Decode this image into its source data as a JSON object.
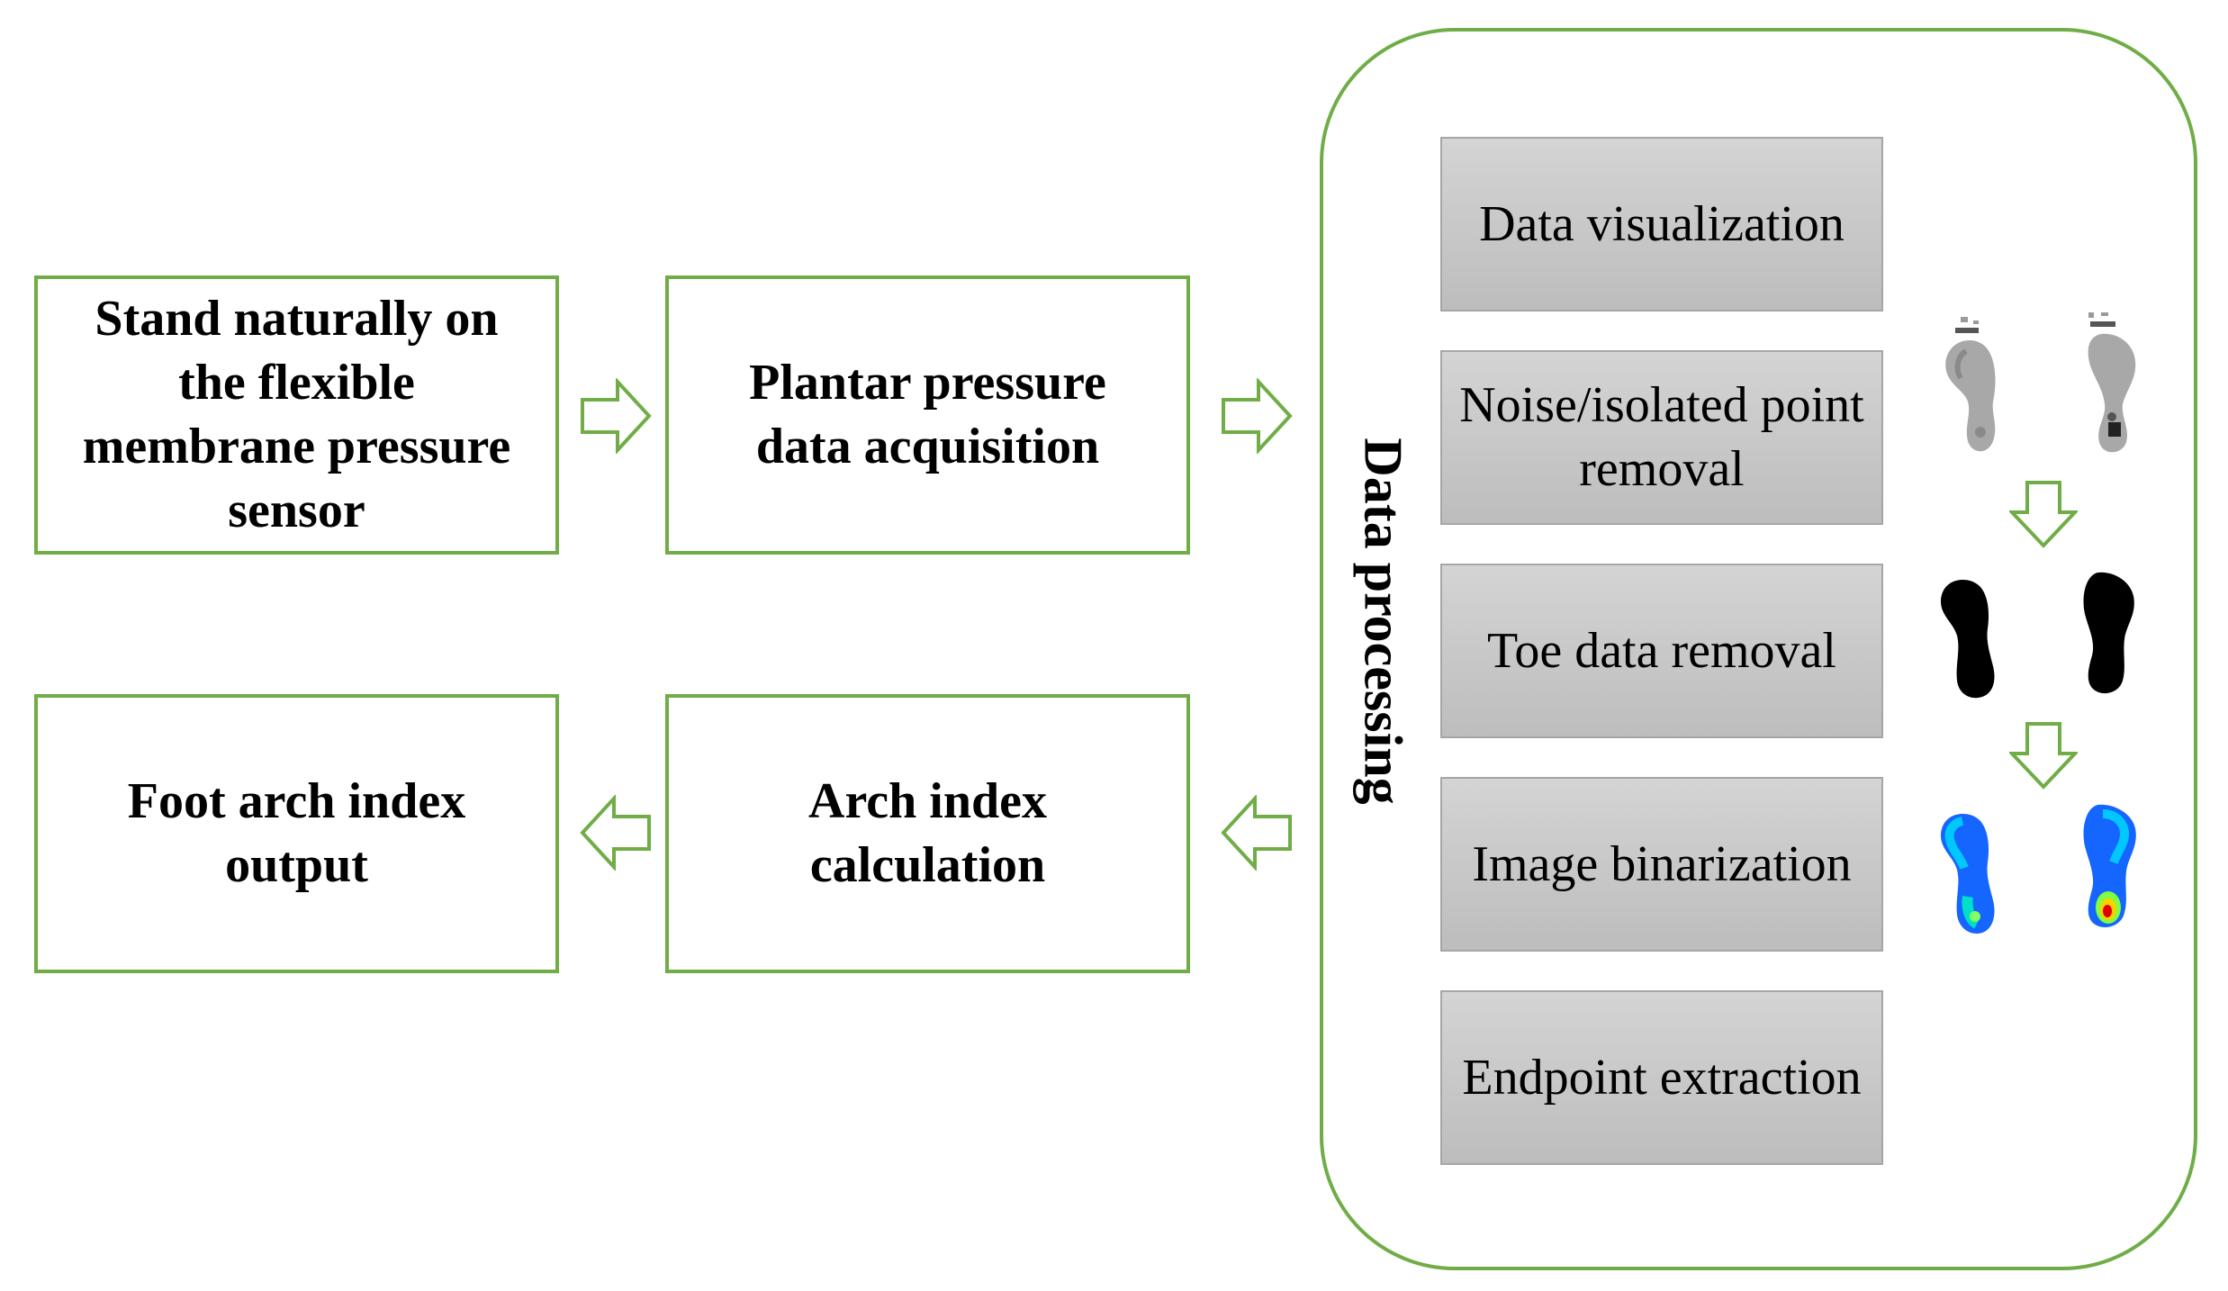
{
  "flow": {
    "stand": "Stand naturally on the flexible membrane pressure sensor",
    "acquisition": "Plantar pressure data acquisition",
    "arch_calc": "Arch index calculation",
    "output": "Foot arch index output"
  },
  "panel": {
    "title": "Data processing",
    "steps": [
      "Data visualization",
      "Noise/isolated point removal",
      "Toe data removal",
      "Image binarization",
      "Endpoint extraction"
    ]
  },
  "colors": {
    "accent_green": "#70ad47",
    "step_gray": "#c9c9c9",
    "step_border": "#a6a6a6"
  },
  "footprints": [
    {
      "kind": "grayscale-pressure",
      "icons": [
        "left-footprint-gray-icon",
        "right-footprint-gray-icon"
      ]
    },
    {
      "kind": "binary-silhouette",
      "icons": [
        "left-footprint-black-icon",
        "right-footprint-black-icon"
      ]
    },
    {
      "kind": "color-heatmap",
      "icons": [
        "left-footprint-heatmap-icon",
        "right-footprint-heatmap-icon"
      ]
    }
  ]
}
